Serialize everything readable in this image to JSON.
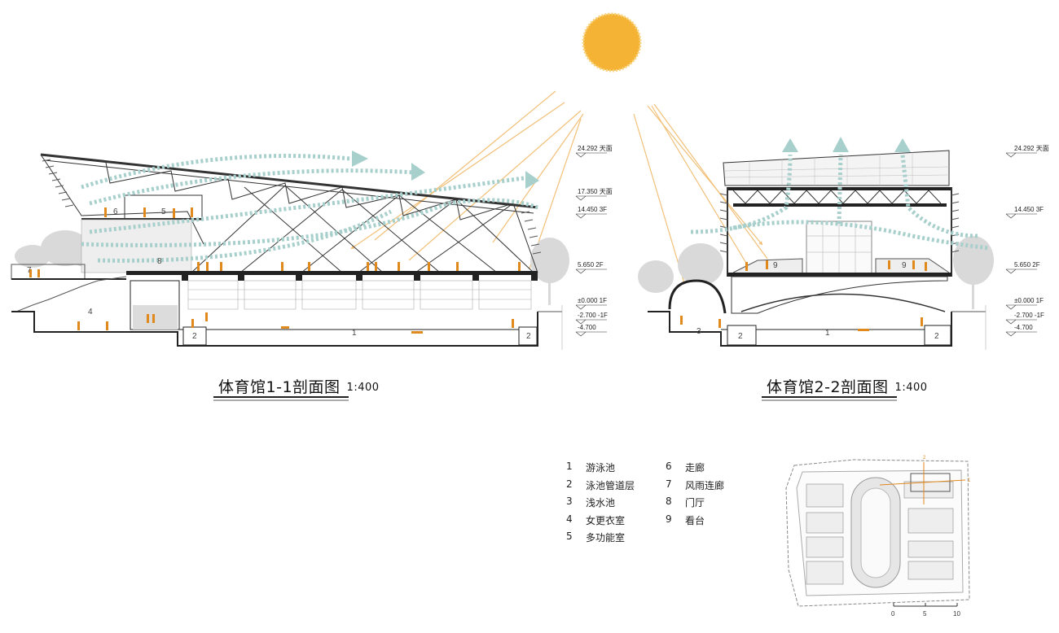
{
  "sections": [
    {
      "title": "体育馆1-1剖面图",
      "scale": "1:400",
      "levels": [
        "24.292 天面",
        "17.350 天面",
        "14.450 3F",
        "5.650 2F",
        "±0.000 1F",
        "-2.700 -1F",
        "-4.700"
      ],
      "room_labels": [
        "7",
        "6",
        "5",
        "8",
        "4",
        "2",
        "1",
        "2"
      ]
    },
    {
      "title": "体育馆2-2剖面图",
      "scale": "1:400",
      "levels": [
        "24.292 天面",
        "14.450 3F",
        "5.650 2F",
        "±0.000 1F",
        "-2.700 -1F",
        "-4.700"
      ],
      "room_labels": [
        "9",
        "9",
        "3",
        "2",
        "1",
        "2"
      ]
    }
  ],
  "legend": {
    "col1": [
      {
        "num": "1",
        "name": "游泳池"
      },
      {
        "num": "2",
        "name": "泳池管道层"
      },
      {
        "num": "3",
        "name": "浅水池"
      },
      {
        "num": "4",
        "name": "女更衣室"
      },
      {
        "num": "5",
        "name": "多功能室"
      }
    ],
    "col2": [
      {
        "num": "6",
        "name": "走廊"
      },
      {
        "num": "7",
        "name": "风雨连廊"
      },
      {
        "num": "8",
        "name": "门厅"
      },
      {
        "num": "9",
        "name": "看台"
      }
    ]
  },
  "site_plan": {
    "section_marks": [
      "2",
      "1"
    ],
    "scalebar": [
      "0",
      "5",
      "10"
    ]
  },
  "colors": {
    "sun": "#f5b335",
    "sun_rays": "#f2c078",
    "airflow": "#a7cfcb",
    "people": "#e08a1e",
    "line": "#222222",
    "tree": "#d8d8d8"
  }
}
